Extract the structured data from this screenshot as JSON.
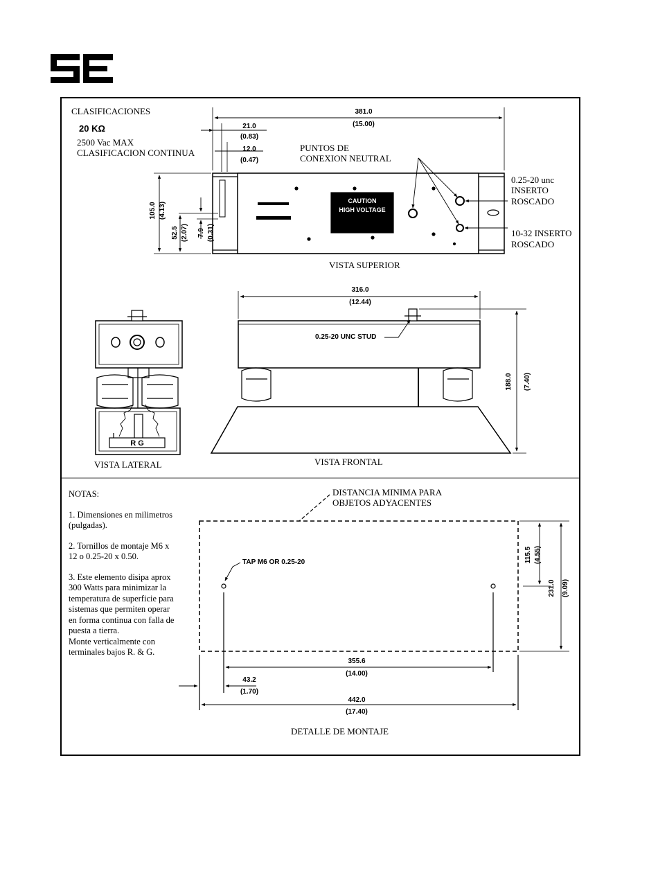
{
  "logo": {
    "text": "SE"
  },
  "classifications": {
    "heading": "CLASIFICACIONES",
    "ohms": "20 KΩ",
    "voltage": "2500 Vac MAX",
    "duty": "CLASIFICACION CONTINUA"
  },
  "top_view": {
    "caption": "VISTA SUPERIOR",
    "width_mm": "381.0",
    "width_in": "(15.00)",
    "d21_mm": "21.0",
    "d21_in": "(0.83)",
    "d12_mm": "12.0",
    "d12_in": "(0.47)",
    "h105_mm": "105.0",
    "h105_in": "(4.13)",
    "h52_mm": "52.5",
    "h52_in": "(2.07)",
    "h7_mm": "7.9",
    "h7_in": "(0.31)",
    "neutral_label_1": "PUNTOS DE",
    "neutral_label_2": "CONEXION NEUTRAL",
    "insert1_1": "0.25-20 unc",
    "insert1_2": "INSERTO",
    "insert1_3": "ROSCADO",
    "insert2_1": "10-32 INSERTO",
    "insert2_2": "ROSCADO",
    "caution_1": "CAUTION",
    "caution_2": "HIGH VOLTAGE"
  },
  "side_view": {
    "caption": "VISTA LATERAL",
    "terminals": "R G"
  },
  "front_view": {
    "caption": "VISTA FRONTAL",
    "width_mm": "316.0",
    "width_in": "(12.44)",
    "height_mm": "188.0",
    "height_in": "(7.40)",
    "stud_label": "0.25-20 UNC STUD"
  },
  "notes": {
    "heading": "NOTAS:",
    "n1": "1. Dimensiones en milimetros (pulgadas).",
    "n2": "2. Tornillos de montaje M6 x 12 o 0.25-20 x 0.50.",
    "n3": "3. Este elemento disipa aprox 300 Watts para minimizar la temperatura de superficie para sistemas que permiten operar en forma continua con falla de puesta a tierra.",
    "n4": "Monte verticalmente con terminales bajos R. & G."
  },
  "mounting": {
    "caption": "DETALLE DE MONTAJE",
    "clearance_1": "DISTANCIA MINIMA PARA",
    "clearance_2": "OBJETOS ADYACENTES",
    "tap_label": "TAP M6 OR 0.25-20",
    "h115_mm": "115.5",
    "h115_in": "(4.55)",
    "h231_mm": "231.0",
    "h231_in": "(9.09)",
    "w355_mm": "355.6",
    "w355_in": "(14.00)",
    "w43_mm": "43.2",
    "w43_in": "(1.70)",
    "w442_mm": "442.0",
    "w442_in": "(17.40)"
  }
}
